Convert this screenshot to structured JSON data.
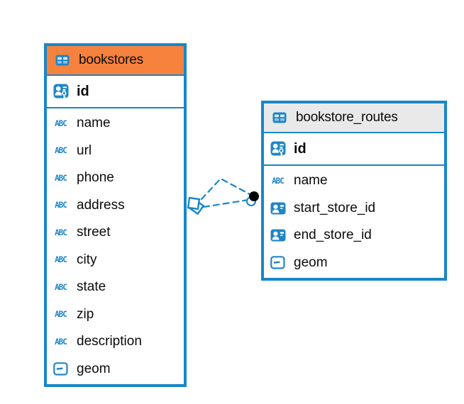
{
  "colors": {
    "accent_blue": "#1787c9",
    "icon_blue": "#1f86c7",
    "bookstores_header_bg": "#f6823e",
    "routes_header_bg": "#e9e9e9",
    "text": "#0b0b0b",
    "relationship_end_dot": "#000000"
  },
  "icons": {
    "text_type_label": "ABC"
  },
  "tables": [
    {
      "name": "bookstores",
      "primary_key": "id",
      "columns": [
        {
          "name": "name",
          "type": "text"
        },
        {
          "name": "url",
          "type": "text"
        },
        {
          "name": "phone",
          "type": "text"
        },
        {
          "name": "address",
          "type": "text"
        },
        {
          "name": "street",
          "type": "text"
        },
        {
          "name": "city",
          "type": "text"
        },
        {
          "name": "state",
          "type": "text"
        },
        {
          "name": "zip",
          "type": "text"
        },
        {
          "name": "description",
          "type": "text"
        },
        {
          "name": "geom",
          "type": "geometry"
        }
      ]
    },
    {
      "name": "bookstore_routes",
      "primary_key": "id",
      "columns": [
        {
          "name": "name",
          "type": "text"
        },
        {
          "name": "start_store_id",
          "type": "reference"
        },
        {
          "name": "end_store_id",
          "type": "reference"
        },
        {
          "name": "geom",
          "type": "geometry"
        }
      ]
    }
  ],
  "relationship": {
    "line_style": "dashed",
    "line_count": 2,
    "source_marker": "diamond",
    "target_marker": "filled-circle"
  }
}
